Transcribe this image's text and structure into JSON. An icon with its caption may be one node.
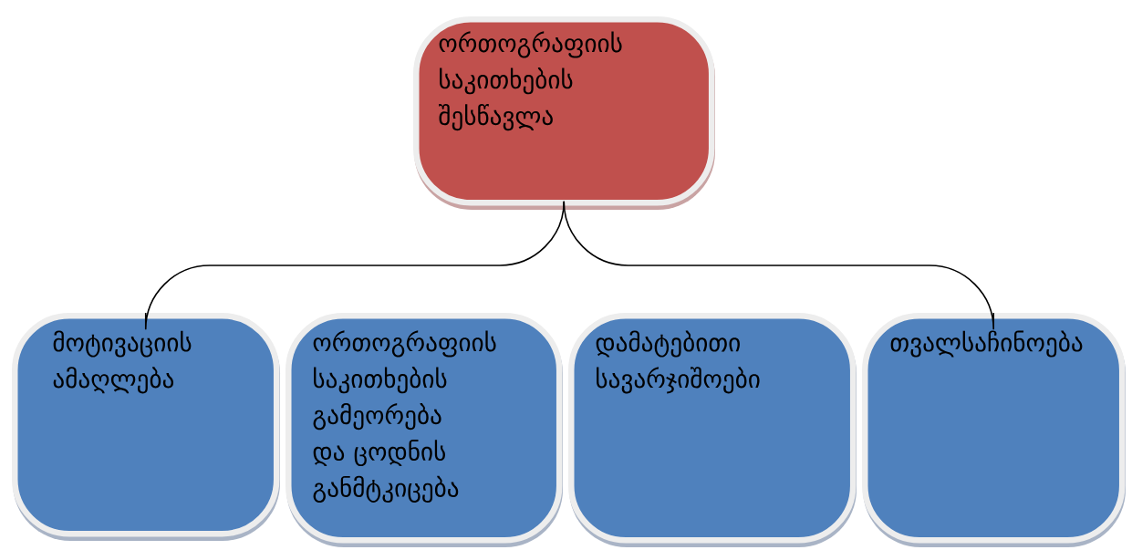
{
  "diagram": {
    "nodes": [
      {
        "text": [
          "ორთოგრაფიის საკითხების შესწავლა"
        ]
      },
      {
        "text": [
          "მოტივაციის ამაღლება"
        ]
      },
      {
        "text": [
          "ორთოგრაფიის საკითხების გამეორება და ცოდნის განმტკიცება"
        ]
      },
      {
        "text": [
          "დამატებითი სავარჯიშოები"
        ]
      },
      {
        "text": [
          "თვალსაჩინოება"
        ]
      }
    ],
    "edges": [
      {
        "from": 0,
        "to": 1,
        "arrow": "none"
      },
      {
        "from": 0,
        "to": 4,
        "arrow": "none"
      }
    ]
  }
}
